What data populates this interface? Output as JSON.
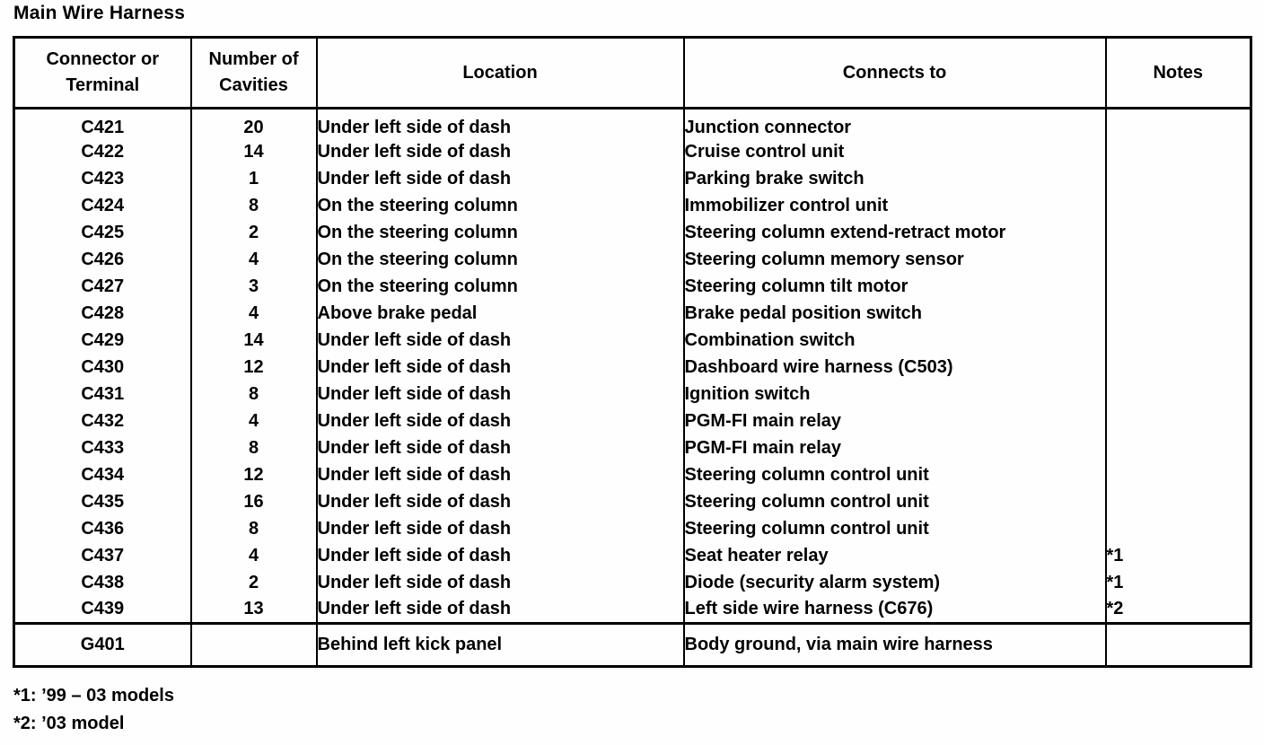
{
  "title": "Main Wire Harness",
  "table": {
    "columns": [
      "Connector or Terminal",
      "Number of Cavities",
      "Location",
      "Connects to",
      "Notes"
    ],
    "rows": [
      {
        "connector": "C421",
        "cavities": "20",
        "location": "Under left side of dash",
        "connects_to": "Junction connector",
        "notes": ""
      },
      {
        "connector": "C422",
        "cavities": "14",
        "location": "Under left side of dash",
        "connects_to": "Cruise control unit",
        "notes": ""
      },
      {
        "connector": "C423",
        "cavities": "1",
        "location": "Under left side of dash",
        "connects_to": "Parking brake switch",
        "notes": ""
      },
      {
        "connector": "C424",
        "cavities": "8",
        "location": "On the steering column",
        "connects_to": "Immobilizer control unit",
        "notes": ""
      },
      {
        "connector": "C425",
        "cavities": "2",
        "location": "On the steering column",
        "connects_to": "Steering column extend-retract motor",
        "notes": ""
      },
      {
        "connector": "C426",
        "cavities": "4",
        "location": "On the steering column",
        "connects_to": "Steering column memory sensor",
        "notes": ""
      },
      {
        "connector": "C427",
        "cavities": "3",
        "location": "On the steering column",
        "connects_to": "Steering column tilt motor",
        "notes": ""
      },
      {
        "connector": "C428",
        "cavities": "4",
        "location": "Above brake pedal",
        "connects_to": "Brake pedal position switch",
        "notes": ""
      },
      {
        "connector": "C429",
        "cavities": "14",
        "location": "Under left side of dash",
        "connects_to": "Combination switch",
        "notes": ""
      },
      {
        "connector": "C430",
        "cavities": "12",
        "location": "Under left side of dash",
        "connects_to": "Dashboard wire harness (C503)",
        "notes": ""
      },
      {
        "connector": "C431",
        "cavities": "8",
        "location": "Under left side of dash",
        "connects_to": "Ignition switch",
        "notes": ""
      },
      {
        "connector": "C432",
        "cavities": "4",
        "location": "Under left side of dash",
        "connects_to": "PGM-FI main relay",
        "notes": ""
      },
      {
        "connector": "C433",
        "cavities": "8",
        "location": "Under left side of dash",
        "connects_to": "PGM-FI main relay",
        "notes": ""
      },
      {
        "connector": "C434",
        "cavities": "12",
        "location": "Under left side of dash",
        "connects_to": "Steering column control unit",
        "notes": ""
      },
      {
        "connector": "C435",
        "cavities": "16",
        "location": "Under left side of dash",
        "connects_to": "Steering column control unit",
        "notes": ""
      },
      {
        "connector": "C436",
        "cavities": "8",
        "location": "Under left side of dash",
        "connects_to": "Steering column control unit",
        "notes": ""
      },
      {
        "connector": "C437",
        "cavities": "4",
        "location": "Under left side of dash",
        "connects_to": "Seat heater relay",
        "notes": "*1"
      },
      {
        "connector": "C438",
        "cavities": "2",
        "location": "Under left side of dash",
        "connects_to": "Diode (security alarm system)",
        "notes": "*1"
      },
      {
        "connector": "C439",
        "cavities": "13",
        "location": "Under left side of dash",
        "connects_to": "Left side wire harness (C676)",
        "notes": "*2"
      }
    ],
    "footer_row": {
      "connector": "G401",
      "cavities": "",
      "location": "Behind left kick panel",
      "connects_to": "Body ground, via main wire harness",
      "notes": ""
    }
  },
  "footnotes": [
    "*1: ’99 – 03 models",
    "*2: ’03 model"
  ]
}
